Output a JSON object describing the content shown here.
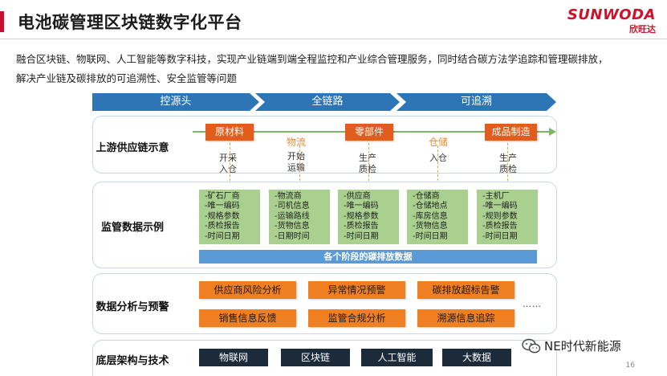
{
  "header": {
    "title": "电池碳管理区块链数字化平台",
    "logo_main": "SUNWODA",
    "logo_sub": "欣旺达"
  },
  "intro": {
    "line1": "融合区块链、物联网、人工智能等数字科技，实现产业链端到端全程监控和产业综合管理服务，同时结合碳方法学追踪和管理碳排放，",
    "line2": "解决产业链及碳排放的可追溯性、安全监管等问题"
  },
  "stages": [
    "控源头",
    "全链路",
    "可追溯"
  ],
  "supply_chain": {
    "label": "上游供应链示意",
    "nodes": [
      "原材料",
      "零部件",
      "成品制造"
    ],
    "transitions": [
      "物流",
      "仓储"
    ],
    "steps": [
      [
        "开采",
        "入仓"
      ],
      [
        "开始",
        "运输"
      ],
      [
        "生产",
        "质检"
      ],
      [
        "入仓"
      ],
      [
        "生产",
        "质检"
      ]
    ]
  },
  "monitoring": {
    "label": "监管数据示例",
    "cards": [
      [
        "-矿石厂商",
        "-唯一编码",
        "-规格参数",
        "-质检报告",
        "-时间日期"
      ],
      [
        "-物流商",
        "-司机信息",
        "-运输路线",
        "-货物信息",
        "-日期时间"
      ],
      [
        "-供应商",
        "-唯一编码",
        "-规格参数",
        "-质检报告",
        "-时间日期"
      ],
      [
        "-仓储商",
        "-仓储地点",
        "-库房信息",
        "-货物信息",
        "-时间日期"
      ],
      [
        "-主机厂",
        "-唯一编码",
        "-规则参数",
        "-质检报告",
        "-时间日期"
      ]
    ],
    "footer": "各个阶段的碳排放数据"
  },
  "analysis": {
    "label": "数据分析与预警",
    "items": [
      "供应商风险分析",
      "异常情况预警",
      "碳排放超标告警",
      "销售信息反馈",
      "监管合规分析",
      "溯源信息追踪"
    ],
    "ellipsis": "……"
  },
  "infrastructure": {
    "label": "底层架构与技术",
    "items": [
      "物联网",
      "区块链",
      "人工智能",
      "大数据"
    ]
  },
  "watermark": "NE时代新能源",
  "page_number": "16",
  "colors": {
    "brand_red": "#c8102e",
    "stage_blue": "#2e75b6",
    "node_orange": "#e25c1b",
    "card_green": "#a9d08e",
    "bar_blue": "#5b9bd5",
    "button_orange": "#f07f22",
    "tech_dark": "#1c2b3a"
  }
}
